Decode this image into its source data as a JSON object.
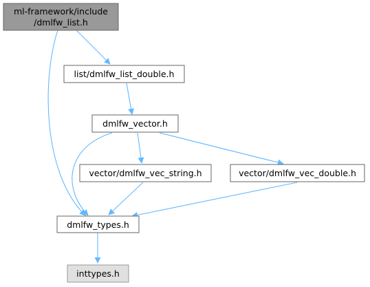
{
  "colors": {
    "edge": "#63b8ff",
    "border": "#666666",
    "root_fill": "#999999",
    "node_fill": "#ffffff",
    "external_fill": "#e0e0e0",
    "external_border": "#999999"
  },
  "nodes": {
    "root_line1": "ml-framework/include",
    "root_line2": "/dmlfw_list.h",
    "list_double": "list/dmlfw_list_double.h",
    "vector": "dmlfw_vector.h",
    "vec_string": "vector/dmlfw_vec_string.h",
    "vec_double": "vector/dmlfw_vec_double.h",
    "types": "dmlfw_types.h",
    "inttypes": "inttypes.h"
  }
}
